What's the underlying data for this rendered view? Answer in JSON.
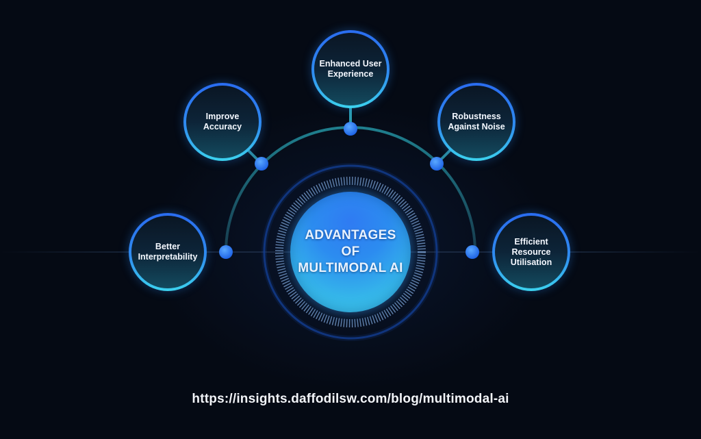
{
  "diagram": {
    "title": "ADVANTAGES\nOF\nMULTIMODAL AI",
    "colors": {
      "background": "#050a14",
      "ring_gradient_top": "#2a6cf0",
      "ring_gradient_bottom": "#3cd2ee",
      "connector": "#1f6a7a",
      "node": "#2f86f2",
      "core": "#2c8cf0"
    },
    "items": [
      {
        "id": "better-interpretability",
        "label": "Better\nInterpretability"
      },
      {
        "id": "improve-accuracy",
        "label": "Improve\nAccuracy"
      },
      {
        "id": "enhanced-user-experience",
        "label": "Enhanced User\nExperience"
      },
      {
        "id": "robustness-against-noise",
        "label": "Robustness\nAgainst Noise"
      },
      {
        "id": "efficient-resource-utilisation",
        "label": "Efficient\nResource\nUtilisation"
      }
    ]
  },
  "footer": {
    "url": "https://insights.daffodilsw.com/blog/multimodal-ai"
  }
}
